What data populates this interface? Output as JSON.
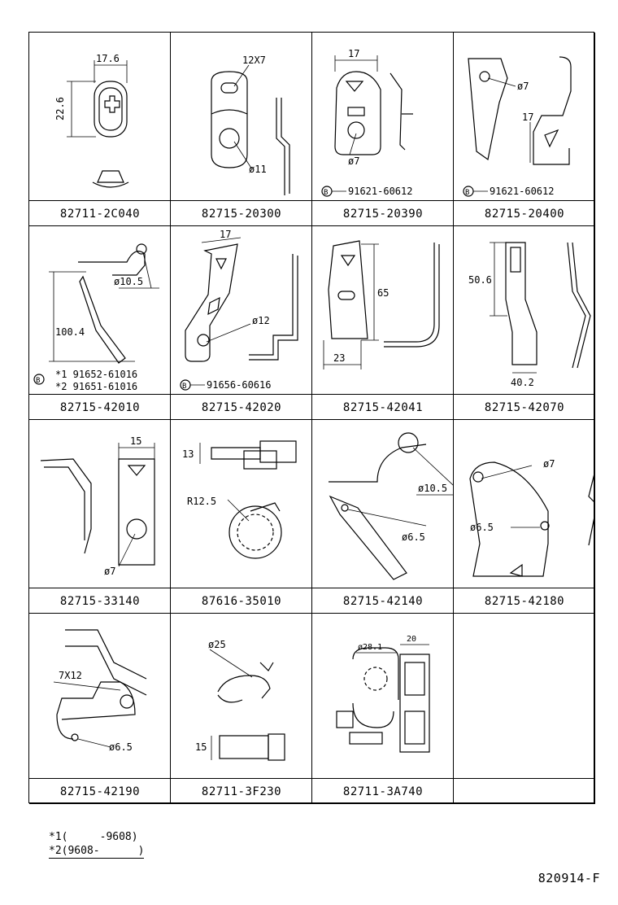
{
  "parts": [
    {
      "id": "82711-2C040",
      "labels": [
        "17.6",
        "22.6"
      ]
    },
    {
      "id": "82715-20300",
      "labels": [
        "12X7",
        "ø11"
      ]
    },
    {
      "id": "82715-20390",
      "labels": [
        "17",
        "ø7",
        "B",
        "91621-60612"
      ]
    },
    {
      "id": "82715-20400",
      "labels": [
        "ø7",
        "17",
        "B",
        "91621-60612"
      ]
    },
    {
      "id": "82715-42010",
      "labels": [
        "ø10.5",
        "100.4",
        "B",
        "*1 91652-61016",
        "*2 91651-61016"
      ]
    },
    {
      "id": "82715-42020",
      "labels": [
        "17",
        "ø12",
        "B",
        "91656-60616"
      ]
    },
    {
      "id": "82715-42041",
      "labels": [
        "65",
        "23"
      ]
    },
    {
      "id": "82715-42070",
      "labels": [
        "50.6",
        "40.2"
      ]
    },
    {
      "id": "82715-33140",
      "labels": [
        "15",
        "ø7"
      ]
    },
    {
      "id": "87616-35010",
      "labels": [
        "13",
        "R12.5"
      ]
    },
    {
      "id": "82715-42140",
      "labels": [
        "ø10.5",
        "ø6.5"
      ]
    },
    {
      "id": "82715-42180",
      "labels": [
        "ø7",
        "ø6.5"
      ]
    },
    {
      "id": "82715-42190",
      "labels": [
        "7X12",
        "ø6.5"
      ]
    },
    {
      "id": "82711-3F230",
      "labels": [
        "ø25",
        "15"
      ]
    },
    {
      "id": "82711-3A740",
      "labels": [
        "ø28.1",
        "20"
      ]
    },
    {
      "id": "",
      "labels": []
    }
  ],
  "notes": {
    "note1": "*1(     -9608)",
    "note2": "*2(9608-      )"
  },
  "diagram_code": "820914-F"
}
